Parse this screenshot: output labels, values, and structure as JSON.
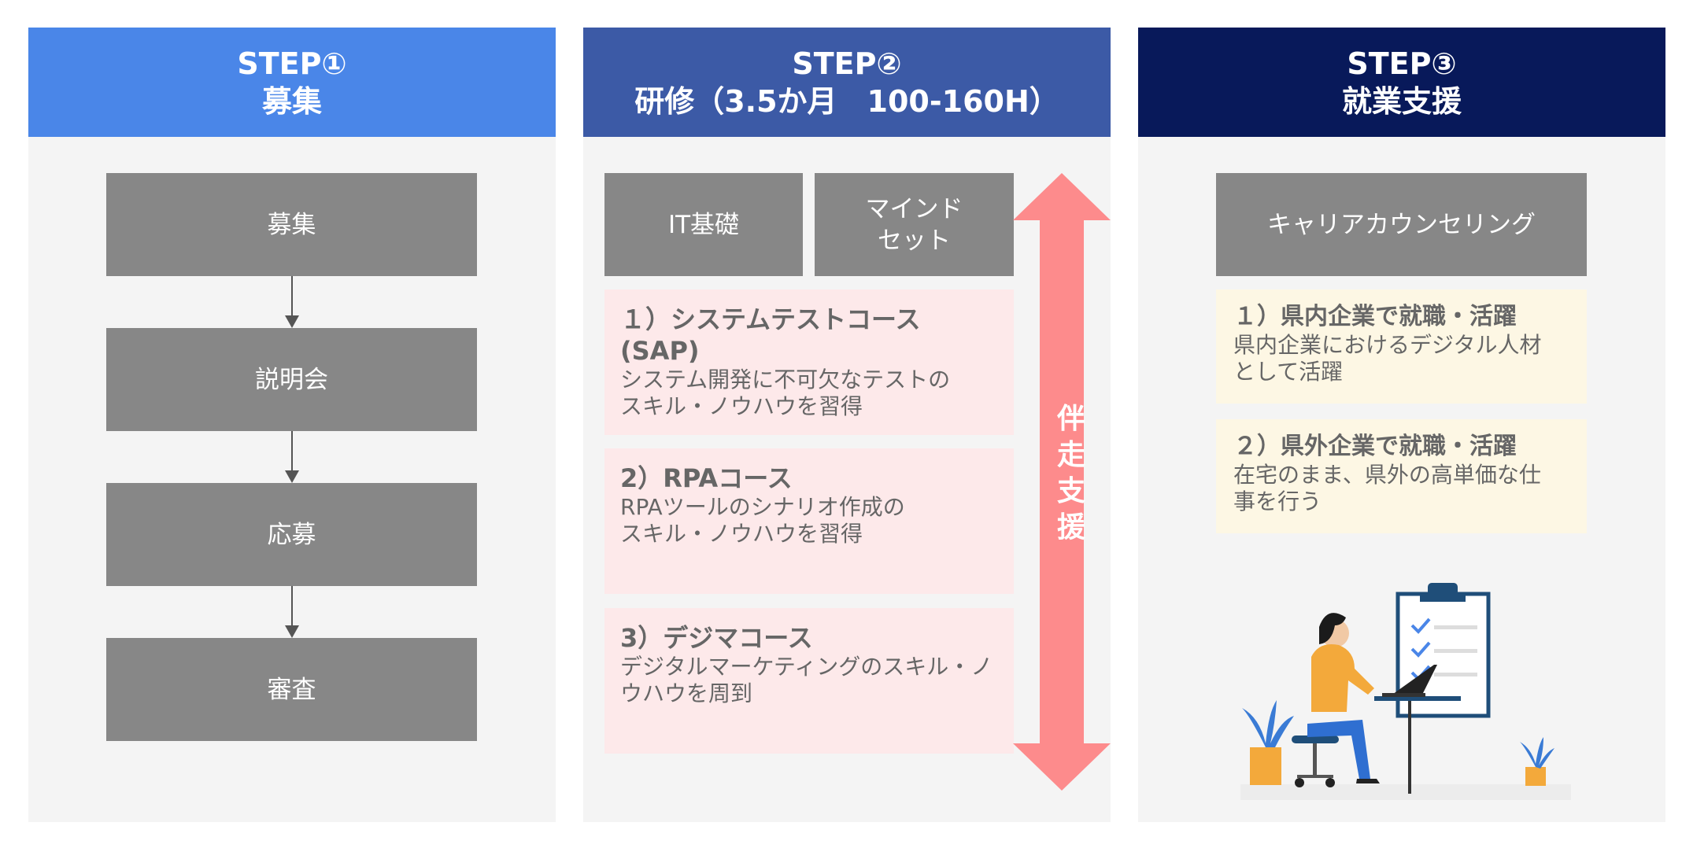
{
  "steps": [
    {
      "title": "STEP①",
      "subtitle": "募集",
      "color": "#4a86e8",
      "flow": [
        "募集",
        "説明会",
        "応募",
        "審査"
      ]
    },
    {
      "title": "STEP②",
      "subtitle": "研修（3.5か月　100-160H）",
      "color": "#3c5aa6",
      "topics": [
        "IT基礎",
        "マインド\nセット"
      ],
      "courses": [
        {
          "title": "１）システムテストコース(SAP)",
          "desc": "システム開発に不可欠なテストの\nスキル・ノウハウを習得"
        },
        {
          "title": "2）RPAコース",
          "desc": "RPAツールのシナリオ作成の\nスキル・ノウハウを習得"
        },
        {
          "title": "3）デジマコース",
          "desc": "デジタルマーケティングのスキル・ノ\nウハウを周到"
        }
      ],
      "arrow_label": "伴\n走\n支\n援",
      "arrow_color": "#fd8b8c"
    },
    {
      "title": "STEP③",
      "subtitle": "就業支援",
      "color": "#08195a",
      "counseling": "キャリアカウンセリング",
      "jobs": [
        {
          "title": "１）県内企業で就職・活躍",
          "desc": "県内企業におけるデジタル人材\nとして活躍"
        },
        {
          "title": "２）県外企業で就職・活躍",
          "desc": "在宅のまま、県外の高単価な仕\n事を行う"
        }
      ]
    }
  ]
}
